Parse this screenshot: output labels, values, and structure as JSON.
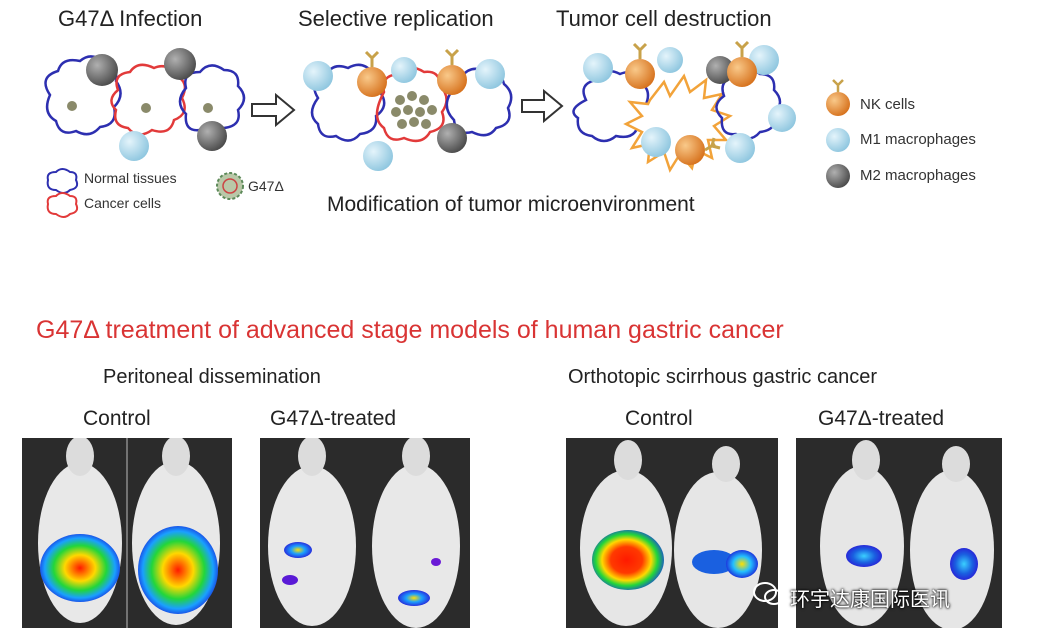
{
  "top_diagram": {
    "stages": [
      "G47Δ Infection",
      "Selective replication",
      "Tumor cell destruction"
    ],
    "legend_tissue": {
      "normal": "Normal tissues",
      "cancer": "Cancer cells",
      "virus": "G47Δ"
    },
    "legend_cells": {
      "nk": "NK cells",
      "m1": "M1 macrophages",
      "m2": "M2 macrophages"
    },
    "bottom_caption": "Modification of tumor microenvironment",
    "colors": {
      "normal_outline": "#2d2fb0",
      "cancer_outline": "#e23a3a",
      "nk_cell": "#e8892e",
      "m1_macrophage": "#a9d6ea",
      "m2_macrophage": "#6e6e6e",
      "virus": "#8a8a6a",
      "burst_outline": "#f2a33a"
    }
  },
  "bottom_section": {
    "title": "G47Δ treatment of advanced stage models of human gastric cancer",
    "title_color": "#d93434",
    "panels": [
      {
        "subtitle": "Peritoneal dissemination",
        "groups": [
          "Control",
          "G47Δ-treated"
        ]
      },
      {
        "subtitle": "Orthotopic scirrhous gastric cancer",
        "groups": [
          "Control",
          "G47Δ-treated"
        ]
      }
    ]
  },
  "watermark": "环宇达康国际医讯"
}
